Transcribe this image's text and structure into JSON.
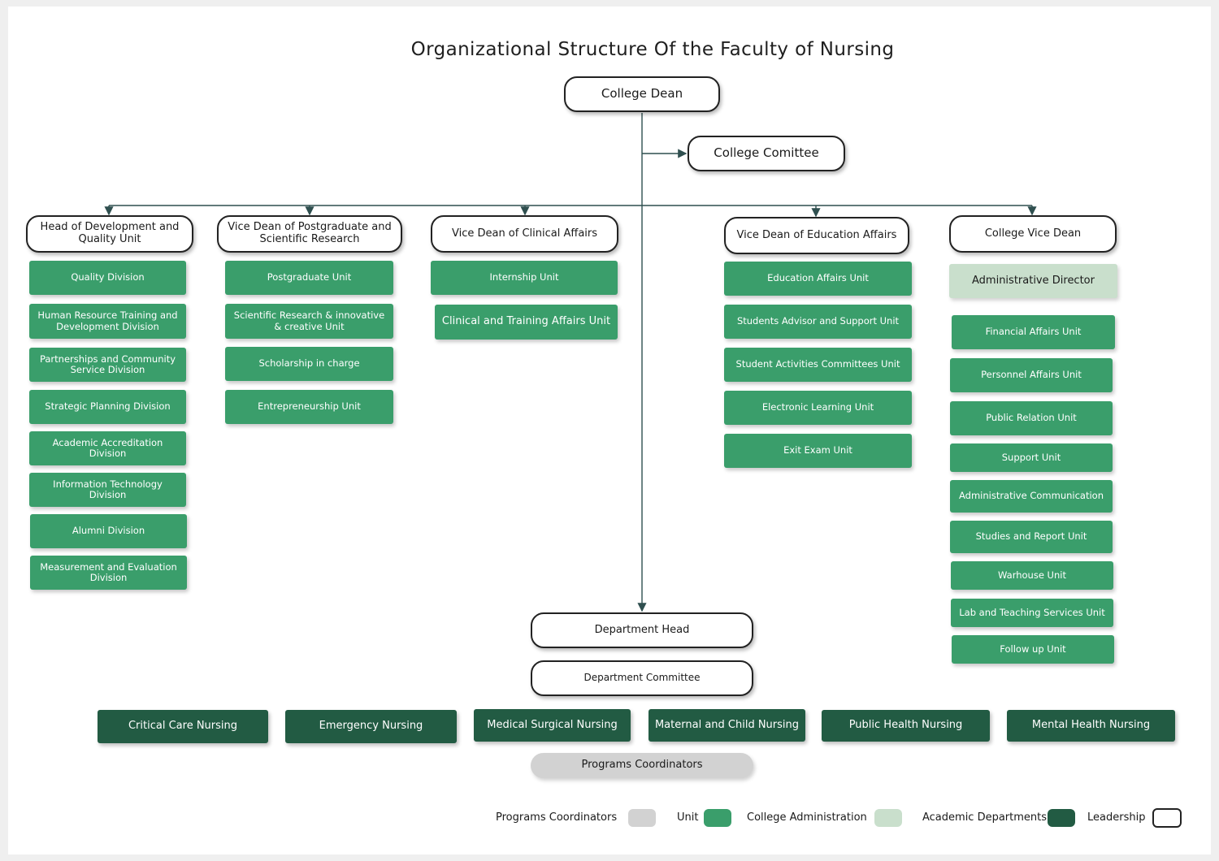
{
  "title": "Organizational Structure Of the Faculty of Nursing",
  "leadership": {
    "dean": "College Dean",
    "committee": "College Comittee",
    "dept_head": "Department Head",
    "dept_committee": "Department Committee"
  },
  "columns": {
    "development": {
      "head": "Head of Development and Quality Unit",
      "units": [
        "Quality Division",
        "Human Resource Training and Development Division",
        "Partnerships and Community Service Division",
        "Strategic Planning Division",
        "Academic Accreditation Division",
        "Information Technology Division",
        "Alumni Division",
        "Measurement and Evaluation Division"
      ]
    },
    "postgraduate": {
      "head": "Vice Dean of Postgraduate and Scientific Research",
      "units": [
        "Postgraduate Unit",
        "Scientific Research & innovative & creative Unit",
        "Scholarship in charge",
        "Entrepreneurship Unit"
      ]
    },
    "clinical": {
      "head": "Vice Dean of Clinical Affairs",
      "units": [
        "Internship Unit",
        "Clinical and Training Affairs Unit"
      ]
    },
    "education": {
      "head": "Vice Dean of Education Affairs",
      "units": [
        "Education Affairs Unit",
        "Students Advisor and Support  Unit",
        "Student Activities Committees Unit",
        "Electronic Learning Unit",
        "Exit Exam Unit"
      ]
    },
    "vice_dean": {
      "head": "College Vice Dean",
      "admin": "Administrative Director",
      "units": [
        "Financial Affairs Unit",
        "Personnel Affairs Unit",
        "Public Relation Unit",
        "Support Unit",
        "Administrative Communication",
        "Studies and Report Unit",
        "Warhouse Unit",
        "Lab and Teaching Services Unit",
        "Follow up Unit"
      ]
    }
  },
  "departments": [
    "Critical Care Nursing",
    "Emergency Nursing",
    "Medical  Surgical Nursing",
    "Maternal and Child Nursing",
    "Public Health Nursing",
    "Mental Health Nursing"
  ],
  "programs_coordinators": "Programs Coordinators",
  "legend": {
    "programs": "Programs Coordinators",
    "unit": "Unit",
    "admin": "College Administration",
    "academic": "Academic Departments",
    "leadership": "Leadership"
  },
  "colors": {
    "unit": "#3a9e6b",
    "academic": "#225b43",
    "admin": "#c9dfcc",
    "programs": "#d2d2d2",
    "leadership_border": "#222222",
    "connector": "#2f4f4f"
  }
}
